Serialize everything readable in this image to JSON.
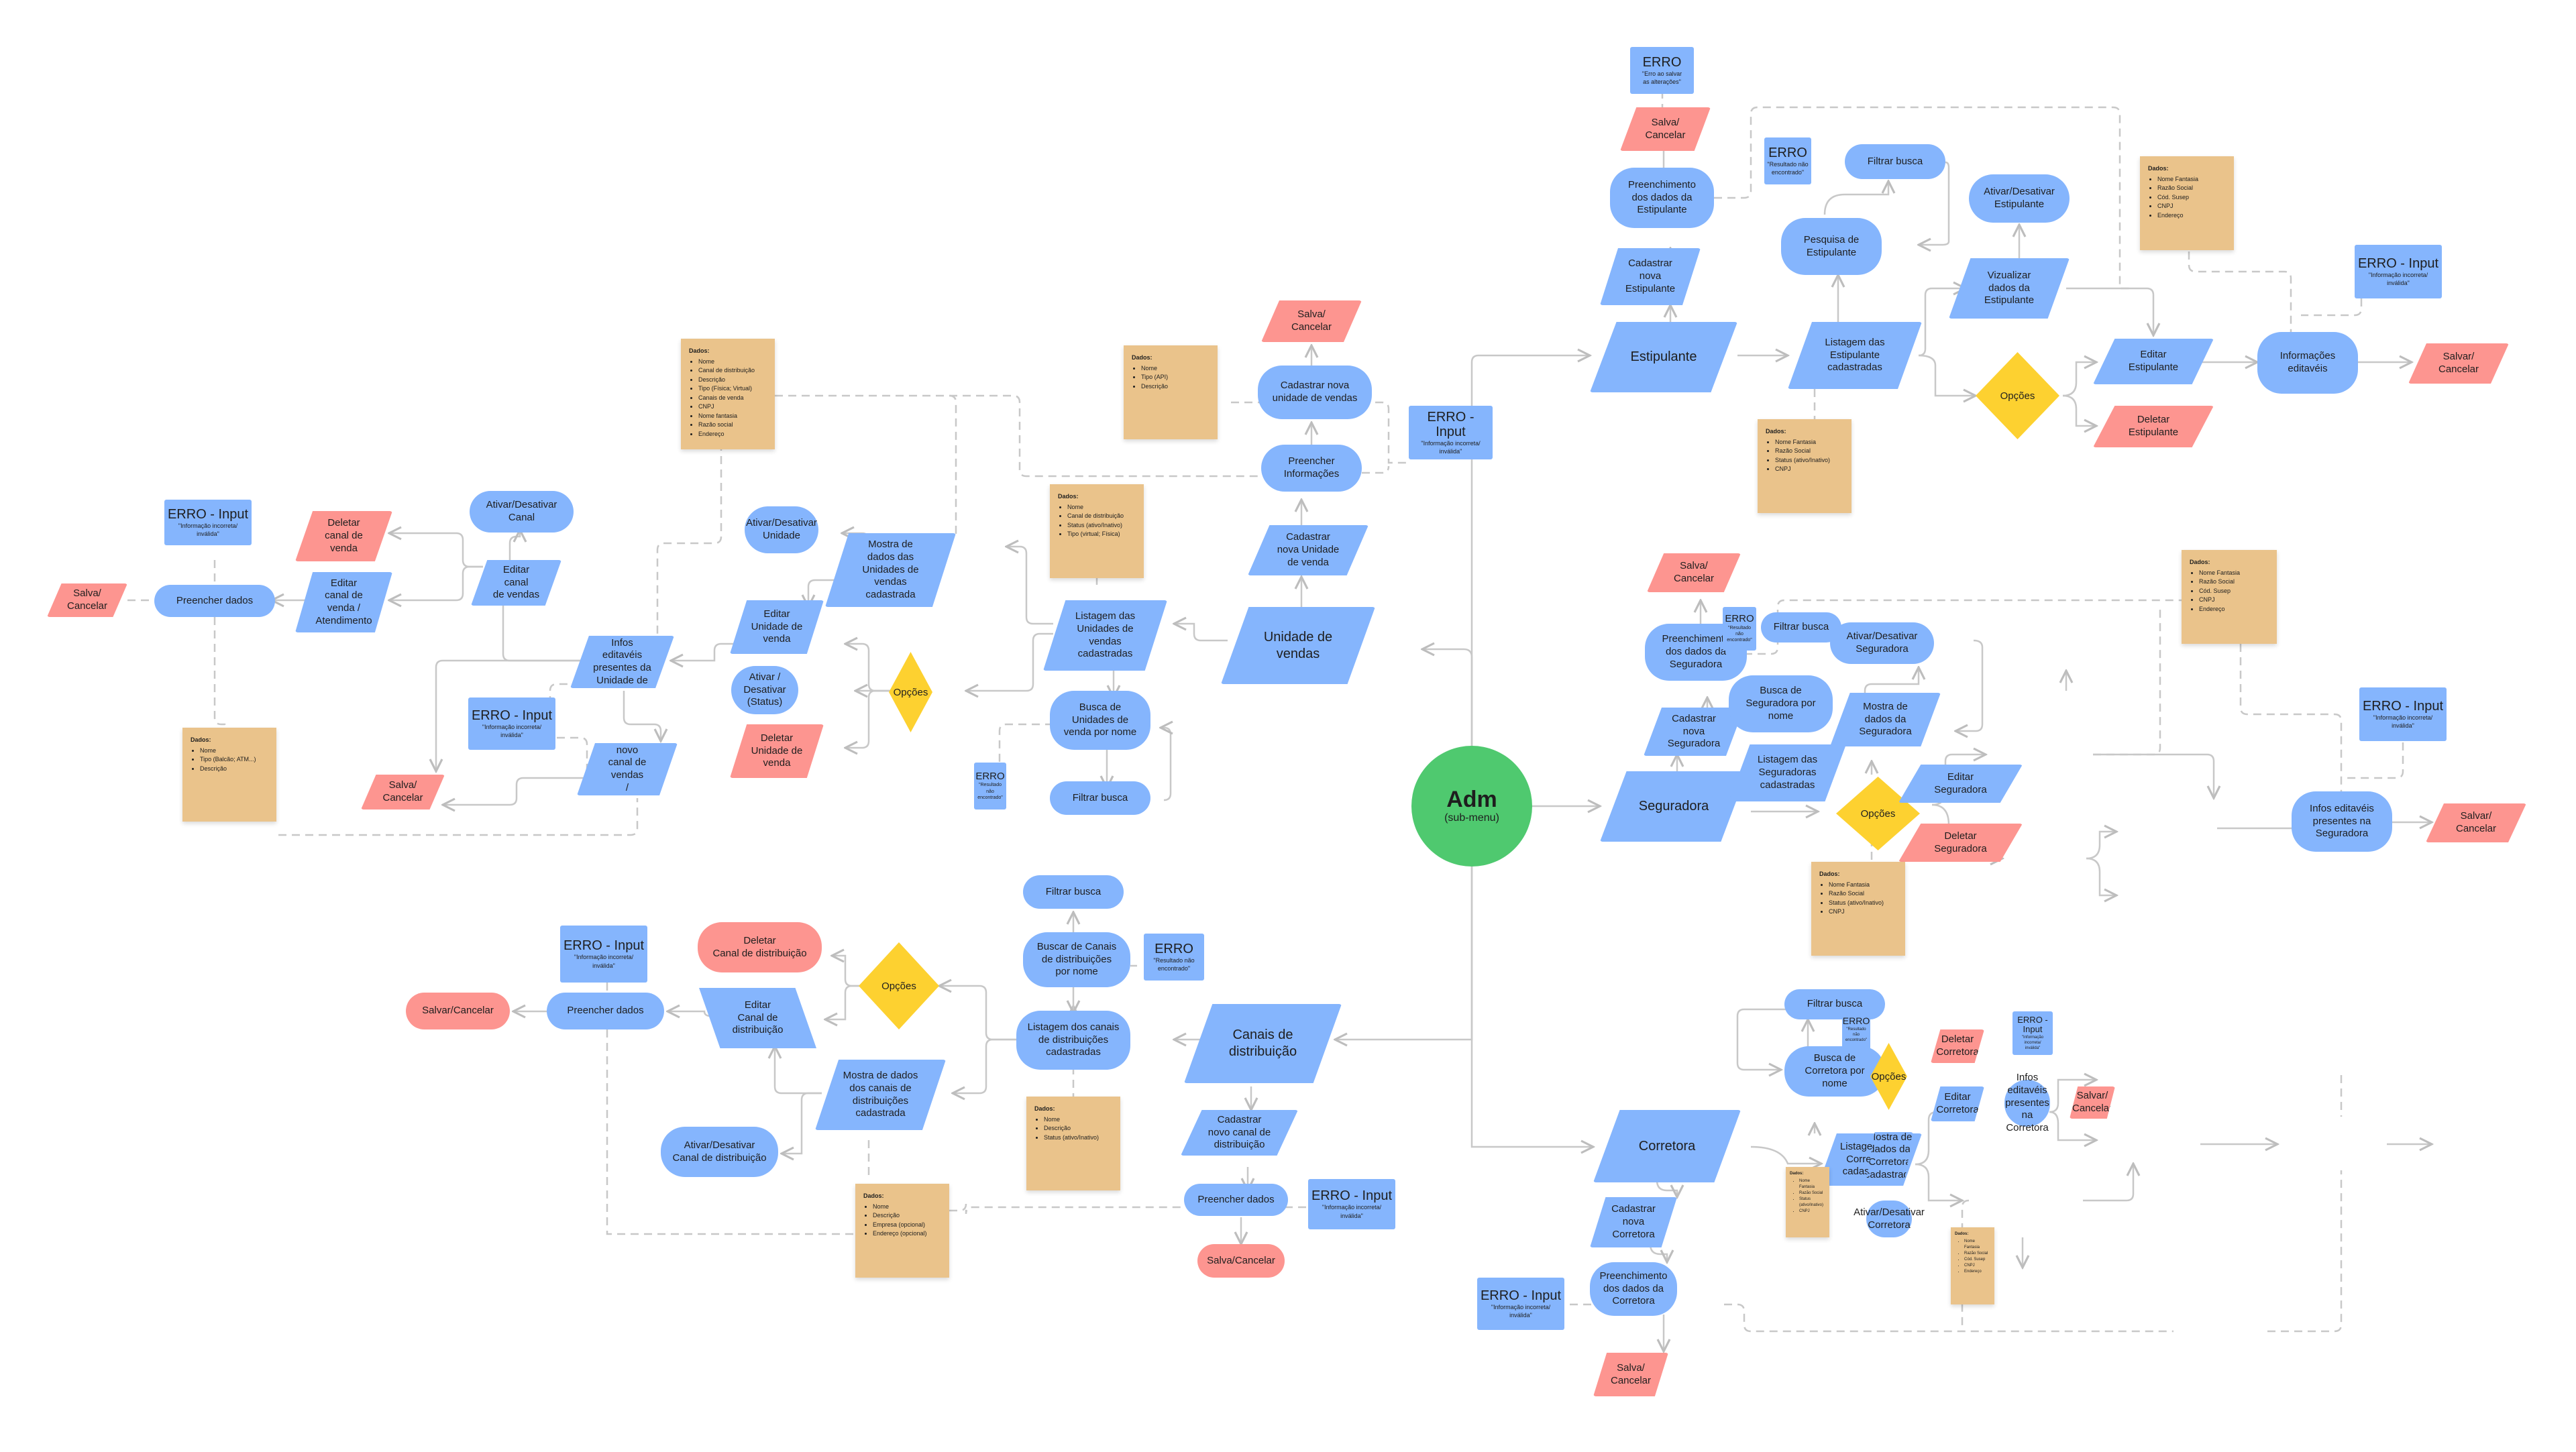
{
  "colors": {
    "process": "#85b5fd",
    "danger": "#fd9590",
    "decision": "#fdd130",
    "note": "#eac38b",
    "root": "#4fc96f",
    "connector": "#c8c8c8"
  },
  "root": {
    "title": "Adm",
    "subtitle": "(sub-menu)"
  },
  "labels": {
    "dados": "Dados:",
    "erro": "ERRO",
    "erro_input": "ERRO - Input",
    "msg_not_found": "\"Resultado não\nencontrado\"",
    "msg_invalid": "\"Informação incorreta/\ninválida\"",
    "msg_save_error": "\"Erro ao salvar\nas alterações\"",
    "opcoes": "Opções",
    "filtrar": "Filtrar busca"
  },
  "estipulante": {
    "main": "Estipulante",
    "cadastrar": "Cadastrar\nnova\nEstipulante",
    "preenchimento": "Preenchimento\ndos dados da\nEstipulante",
    "salva": "Salva/\nCancelar",
    "listagem": "Listagem das\nEstipulante\ncadastradas",
    "pesquisa": "Pesquisa de\nEstipulante",
    "ativar": "Ativar/Desativar\nEstipulante",
    "vizualizar": "Vizualizar\ndados da\nEstipulante",
    "editar": "Editar\nEstipulante",
    "deletar": "Deletar\nEstipulante",
    "infos": "Informações\neditavéis",
    "salvar": "Salvar/\nCancelar",
    "notes": {
      "listagem": [
        "Nome Fantasia",
        "Razão Social",
        "Status (ativo/Inativo)",
        "CNPJ"
      ],
      "detalhes": [
        "Nome Fantasia",
        "Razão Social",
        "Cód. Susep",
        "CNPJ",
        "Endereço"
      ]
    }
  },
  "seguradora": {
    "main": "Seguradora",
    "cadastrar": "Cadastrar\nnova\nSeguradora",
    "preenchimento": "Preenchimento\ndos dados da\nSeguradora",
    "salva": "Salva/\nCancelar",
    "listagem": "Listagem das\nSeguradoras\ncadastradas",
    "busca": "Busca de\nSeguradora por\nnome",
    "ativar": "Ativar/Desativar\nSeguradora",
    "mostra": "Mostra de\ndados da\nSeguradora",
    "editar": "Editar\nSeguradora",
    "deletar": "Deletar\nSeguradora",
    "infos": "Infos editavéis\npresentes na\nSeguradora",
    "salvar": "Salvar/\nCancelar",
    "notes": {
      "listagem": [
        "Nome Fantasia",
        "Razão Social",
        "Status (ativo/Inativo)",
        "CNPJ"
      ],
      "detalhes": [
        "Nome Fantasia",
        "Razão Social",
        "Cód. Susep",
        "CNPJ",
        "Endereço"
      ]
    }
  },
  "corretora": {
    "main": "Corretora",
    "cadastrar": "Cadastrar\nnova\nCorretora",
    "preenchimento": "Preenchimento\ndos dados da\nCorretora",
    "salva": "Salva/\nCancelar",
    "listagem": "Listagem das\nCorretoras\ncadastradas",
    "busca": "Busca de\nCorretora por\nnome",
    "mostra": "Mostra de\ndados da\nCorretora\ncadastrada",
    "ativar": "Ativar/Desativar\nCorretora",
    "editar": "Editar\nCorretora",
    "deletar": "Deletar\nCorretora",
    "infos": "Infos editavéis\npresentes na\nCorretora",
    "salvar": "Salvar/\nCancelar",
    "notes": {
      "listagem": [
        "Nome Fantasia",
        "Razão Social",
        "Status (ativo/Inativo)",
        "CNPJ"
      ],
      "detalhes": [
        "Nome Fantasia",
        "Razão Social",
        "Cód. Susep",
        "CNPJ",
        "Endereço"
      ]
    }
  },
  "unidade": {
    "main": "Unidade de\nvendas",
    "cadastrar": "Cadastrar\nnova Unidade\nde venda",
    "preencher": "Preencher\nInformações",
    "cadastrar_nova": "Cadastrar nova\nunidade de vendas",
    "salva": "Salva/\nCancelar",
    "listagem": "Listagem das\nUnidades de\nvendas\ncadastradas",
    "busca": "Busca de\nUnidades de\nvenda por nome",
    "mostra": "Mostra de\ndados das\nUnidades de\nvendas\ncadastrada",
    "ativar_unidade": "Ativar/Desativar\nUnidade",
    "editar": "Editar\nUnidade de\nvenda",
    "ativar_status": "Ativar / Desativar\n(Status)",
    "deletar": "Deletar\nUnidade de\nvenda",
    "infos": "Infos editavéis\npresentes da\nUnidade de",
    "cadastrar_canal": "Cadastrar novo\ncanal de vendas\n/ Atendimento",
    "salva2": "Salva/\nCancelar",
    "editar_canal": "Editar canal\nde vendas",
    "ativar_canal": "Ativar/Desativar\nCanal",
    "deletar_canal": "Deletar\ncanal de\nvenda",
    "editar_canal_at": "Editar\ncanal de\nvenda /\nAtendimento",
    "preencher_dados": "Preencher dados",
    "salva3": "Salva/\nCancelar",
    "notes": {
      "unidade_api": [
        "Nome",
        "Tipo (API)",
        "Descrição"
      ],
      "listagem": [
        "Nome",
        "Canal de distribuição",
        "Status (ativo/Inativo)",
        "Tipo (virtual; Física)"
      ],
      "detalhes": [
        "Nome",
        "Canal de distribuição",
        "Descrição",
        "Tipo (Física; Virtual)",
        "Canais de venda",
        "CNPJ",
        "Nome fantasia",
        "Razão social",
        "Endereço"
      ],
      "canal": [
        "Nome",
        "Tipo (Balcão; ATM...)",
        "Descrição"
      ]
    }
  },
  "canais": {
    "main": "Canais de\ndistribuição",
    "listagem": "Listagem dos canais\nde distribuições\ncadastradas",
    "buscar": "Buscar de Canais\nde distribuições\npor nome",
    "mostra": "Mostra de dados\ndos canais de\ndistribuições\ncadastrada",
    "ativar": "Ativar/Desativar\nCanal de distribuição",
    "editar": "Editar\nCanal de\ndistribuição",
    "deletar": "Deletar\nCanal de distribuição",
    "preencher": "Preencher dados",
    "salvar": "Salvar/Cancelar",
    "cadastrar": "Cadastrar\nnovo canal de\ndistribuição",
    "preencher2": "Preencher dados",
    "salva2": "Salva/Cancelar",
    "notes": {
      "listagem": [
        "Nome",
        "Descrição",
        "Status (ativo/Inativo)"
      ],
      "detalhes": [
        "Nome",
        "Descrição",
        "Empresa (opcional)",
        "Endereço (opcional)"
      ]
    }
  }
}
